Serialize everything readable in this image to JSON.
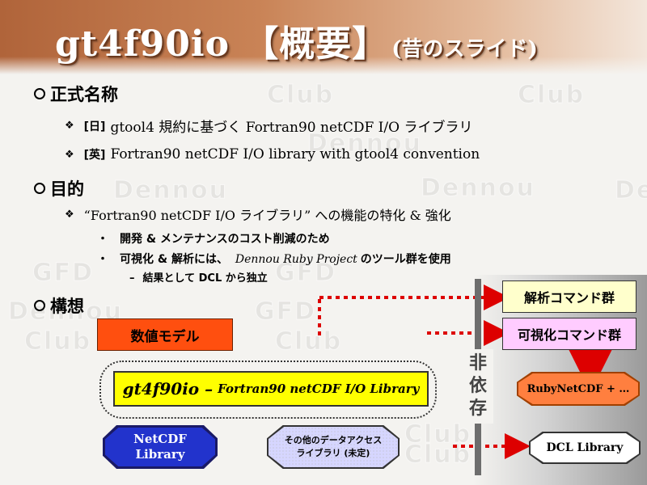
{
  "title": {
    "main": "gt4f90io 【概要】",
    "sub": "(昔のスライド)"
  },
  "watermark": {
    "words": [
      "Club",
      "Dennou",
      "GFD",
      "Club",
      "Dennou",
      "GFD",
      "Club",
      "Dennou",
      "Club",
      "Dennou",
      "GFD",
      "Club",
      "Dennou",
      "Club"
    ]
  },
  "sections": {
    "official_name": {
      "heading": "正式名称",
      "ja_tag": "[日]",
      "ja_text": "gtool4 規約に基づく Fortran90 netCDF I/O ライブラリ",
      "en_tag": "[英]",
      "en_text": "Fortran90 netCDF I/O library with gtool4 convention"
    },
    "purpose": {
      "heading": "目的",
      "main": "“Fortran90 netCDF I/O ライブラリ” への機能の特化 & 強化",
      "sub1": "開発 & メンテナンスのコスト削減のため",
      "sub2_prefix": "可視化 & 解析には、",
      "sub2_italic": "Dennou Ruby Project",
      "sub2_suffix": "のツール群を使用",
      "sub3": "結果として DCL から独立"
    },
    "concept": {
      "heading": "構想"
    }
  },
  "diagram": {
    "model": "数値モデル",
    "analysis_cmds": "解析コマンド群",
    "visual_cmds": "可視化コマンド群",
    "library_main": "gt4f90io –",
    "library_sub": "Fortran90 netCDF I/O Library",
    "netcdf_line1": "NetCDF",
    "netcdf_line2": "Library",
    "other_line1": "その他のデータアクセス",
    "other_line2": "ライブラリ (未定)",
    "ruby": "RubyNetCDF + …",
    "dcl": "DCL  Library",
    "non_dependent": [
      "非",
      "依",
      "存"
    ]
  },
  "colors": {
    "arrow_red": "#dd0000",
    "model_box": "#ff4f0f",
    "library_box": "#ffff00",
    "netcdf_box": "#2233cc",
    "ruby_box": "#ff7f3f",
    "analysis_box": "#ffffcc",
    "visual_box": "#ffccff"
  }
}
